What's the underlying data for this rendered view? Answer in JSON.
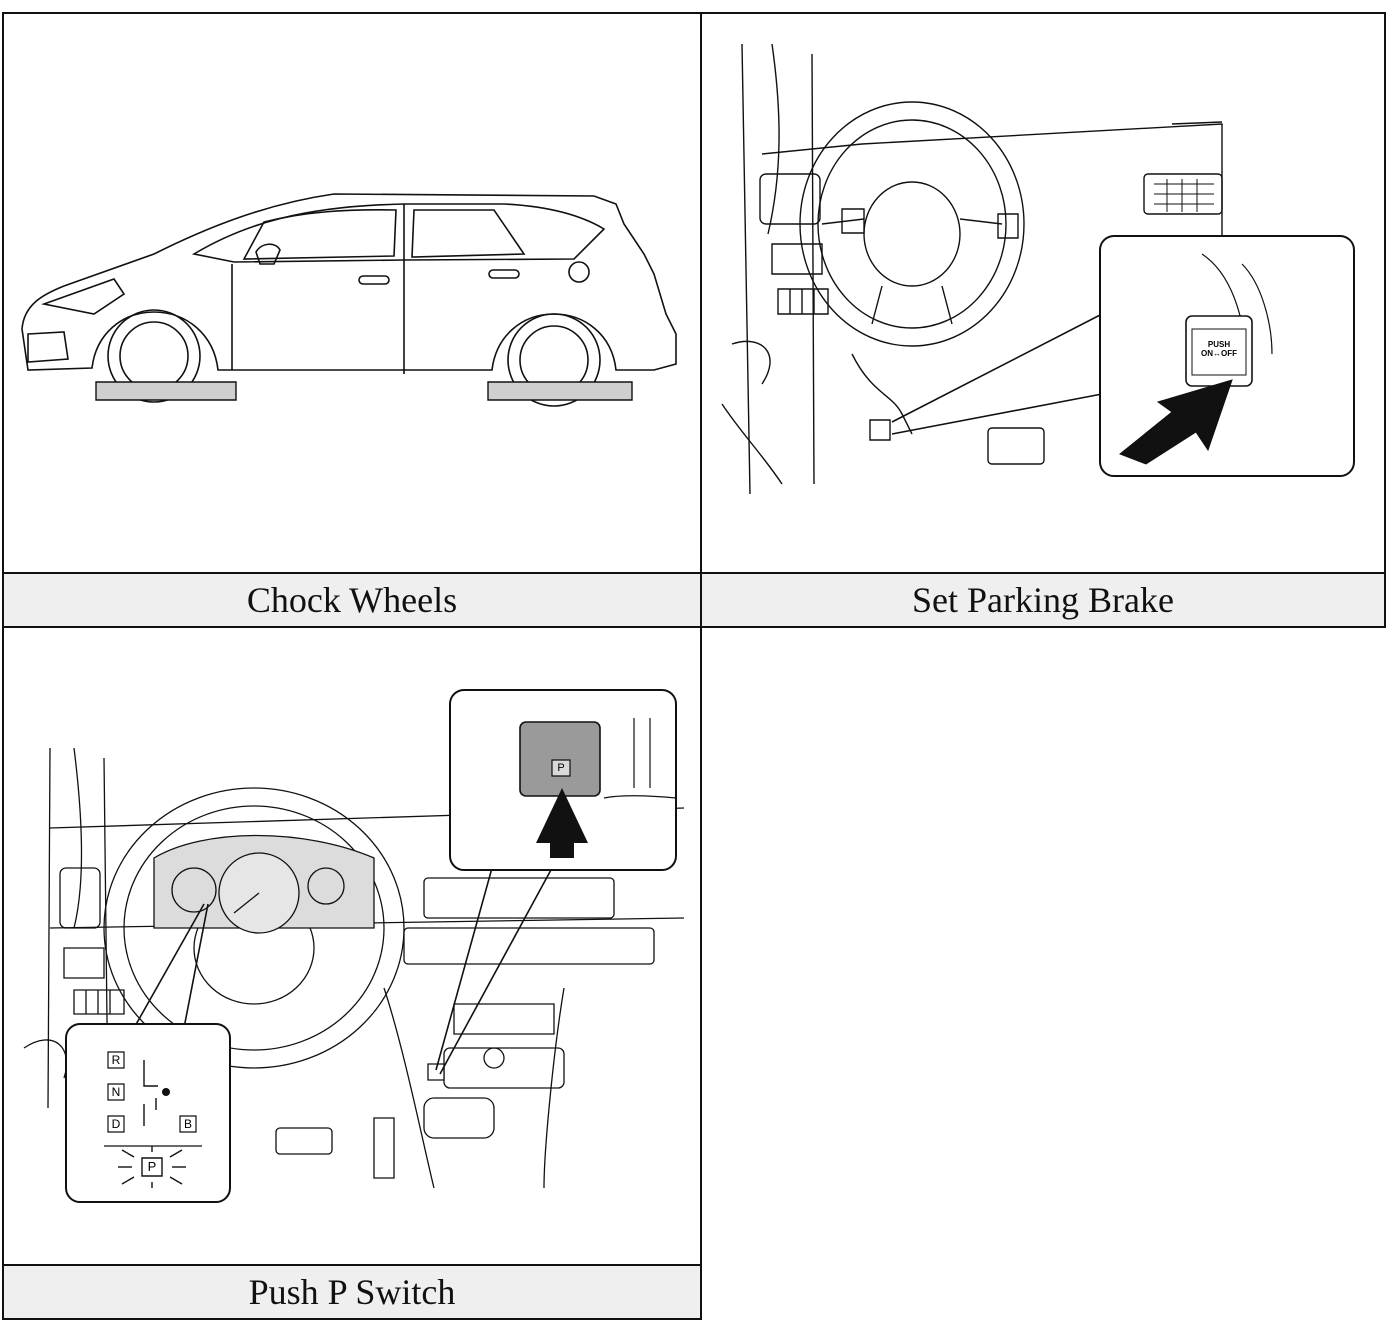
{
  "panels": [
    {
      "caption": "Chock Wheels",
      "illustration": "car-side-with-wheel-chocks"
    },
    {
      "caption": "Set Parking Brake",
      "illustration": "steering-wheel-parking-brake-pedal"
    },
    {
      "caption": "Push P Switch",
      "illustration": "dashboard-p-switch"
    }
  ],
  "parking_brake_label": "PUSH ON↔OFF",
  "shift_indicator": {
    "positions": [
      "R",
      "N",
      "D",
      "B"
    ],
    "park": "P"
  },
  "p_switch_label": "P"
}
